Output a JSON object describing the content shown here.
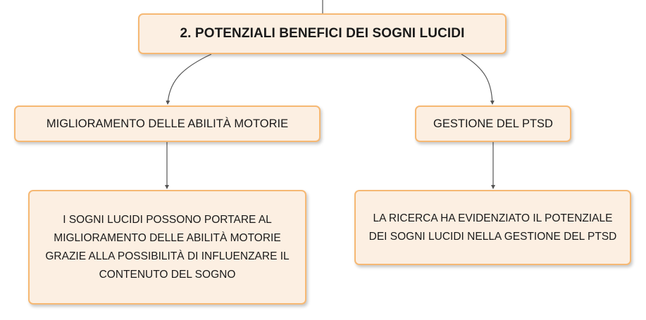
{
  "root": {
    "label": "2. POTENZIALI BENEFICI DEI SOGNI LUCIDI"
  },
  "branches": [
    {
      "label": "MIGLIORAMENTO DELLE ABILITÀ MOTORIE",
      "detail": "I SOGNI LUCIDI POSSONO PORTARE AL MIGLIORAMENTO DELLE ABILITÀ MOTORIE GRAZIE ALLA POSSIBILITÀ DI INFLUENZARE IL CONTENUTO DEL SOGNO"
    },
    {
      "label": "GESTIONE DEL PTSD",
      "detail": "LA RICERCA HA EVIDENZIATO IL POTENZIALE DEI SOGNI LUCIDI NELLA GESTIONE DEL PTSD"
    }
  ],
  "colors": {
    "node_fill": "#fcefe2",
    "node_border": "#f6b873",
    "connector": "#555555"
  }
}
